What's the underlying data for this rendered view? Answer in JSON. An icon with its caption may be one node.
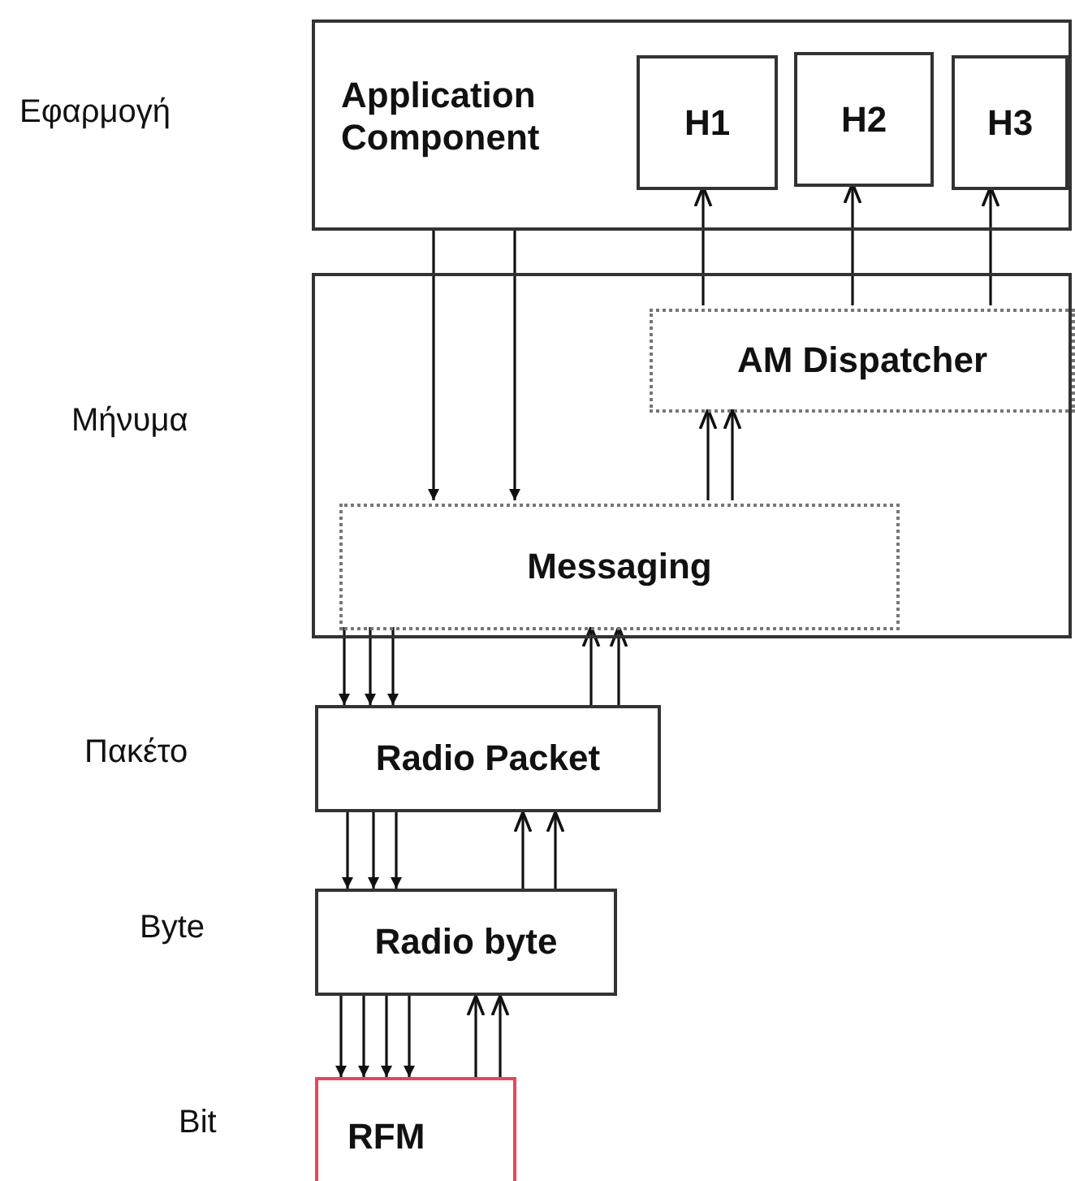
{
  "diagram": {
    "nodes": [
      {
        "text": [
          "Application Component"
        ]
      },
      {
        "text": [
          "H1"
        ],
        "in": 0
      },
      {
        "text": [
          "H2"
        ],
        "in": 0
      },
      {
        "text": [
          "H3"
        ],
        "in": 0
      },
      {
        "text": [],
        "shape": "box"
      },
      {
        "text": [
          "AM Dispatcher"
        ],
        "in": 4
      },
      {
        "text": [
          "Messaging"
        ],
        "in": 4
      },
      {
        "text": [
          "Radio Packet"
        ]
      },
      {
        "text": [
          "Radio byte"
        ]
      },
      {
        "text": [
          "RFM"
        ]
      }
    ],
    "edges": [
      {
        "from": 0,
        "to": 6,
        "arrow": "to"
      },
      {
        "from": 0,
        "to": 6,
        "arrow": "to"
      },
      {
        "from": 5,
        "to": 1,
        "arrow": "to"
      },
      {
        "from": 5,
        "to": 2,
        "arrow": "to"
      },
      {
        "from": 5,
        "to": 3,
        "arrow": "to"
      },
      {
        "from": 6,
        "to": 5,
        "arrow": "to"
      },
      {
        "from": 6,
        "to": 5,
        "arrow": "to"
      },
      {
        "from": 6,
        "to": 7,
        "arrow": "to"
      },
      {
        "from": 6,
        "to": 7,
        "arrow": "to"
      },
      {
        "from": 6,
        "to": 7,
        "arrow": "to"
      },
      {
        "from": 7,
        "to": 6,
        "arrow": "to"
      },
      {
        "from": 7,
        "to": 6,
        "arrow": "to"
      },
      {
        "from": 7,
        "to": 8,
        "arrow": "to"
      },
      {
        "from": 7,
        "to": 8,
        "arrow": "to"
      },
      {
        "from": 7,
        "to": 8,
        "arrow": "to"
      },
      {
        "from": 8,
        "to": 7,
        "arrow": "to"
      },
      {
        "from": 8,
        "to": 7,
        "arrow": "to"
      },
      {
        "from": 8,
        "to": 9,
        "arrow": "to"
      },
      {
        "from": 8,
        "to": 9,
        "arrow": "to"
      },
      {
        "from": 8,
        "to": 9,
        "arrow": "to"
      },
      {
        "from": 8,
        "to": 9,
        "arrow": "to"
      },
      {
        "from": 9,
        "to": 8,
        "arrow": "to"
      },
      {
        "from": 9,
        "to": 8,
        "arrow": "to"
      }
    ],
    "labels": [
      "Εφαρμογή",
      "Μήνυμα",
      "Πακέτο",
      "Byte",
      "Bit"
    ]
  }
}
